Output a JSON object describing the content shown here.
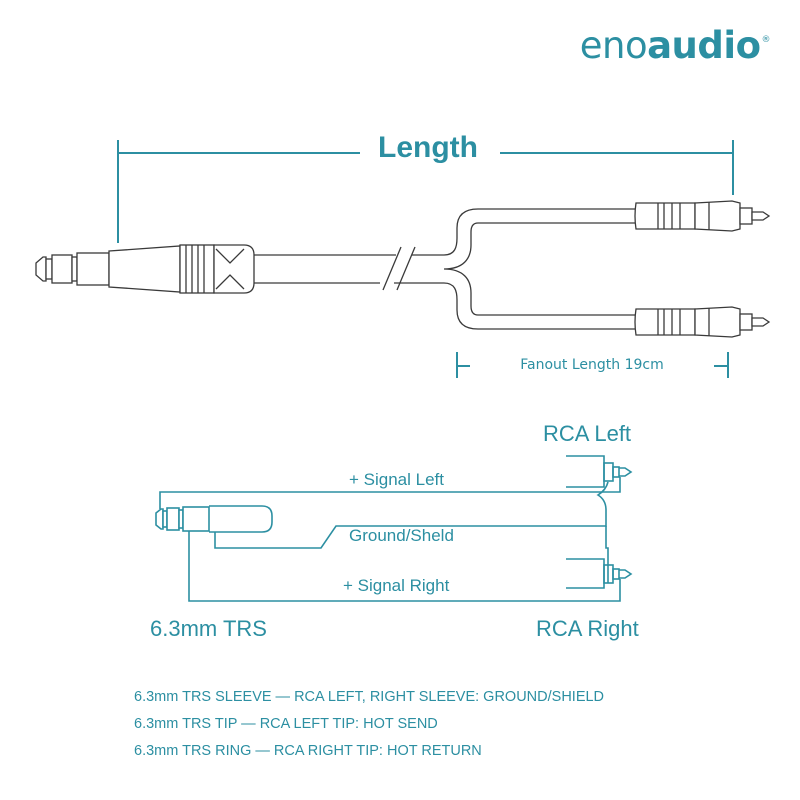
{
  "brand": {
    "name_light": "eno",
    "name_bold": "audio",
    "registered": "®"
  },
  "diagram": {
    "length_label": "Length",
    "fanout_label": "Fanout Length 19cm",
    "wiring": {
      "signal_left": "+ Signal Left",
      "ground": "Ground/Sheld",
      "signal_right": "+ Signal Right",
      "rca_left": "RCA Left",
      "rca_right": "RCA Right",
      "trs": "6.3mm TRS"
    }
  },
  "legend": [
    "6.3mm TRS SLEEVE — RCA LEFT, RIGHT SLEEVE: GROUND/SHIELD",
    "6.3mm TRS TIP — RCA LEFT TIP: HOT SEND",
    "6.3mm TRS RING — RCA RIGHT TIP: HOT RETURN"
  ],
  "colors": {
    "accent": "#2c8fa2",
    "cable": "#3a3a3a"
  }
}
